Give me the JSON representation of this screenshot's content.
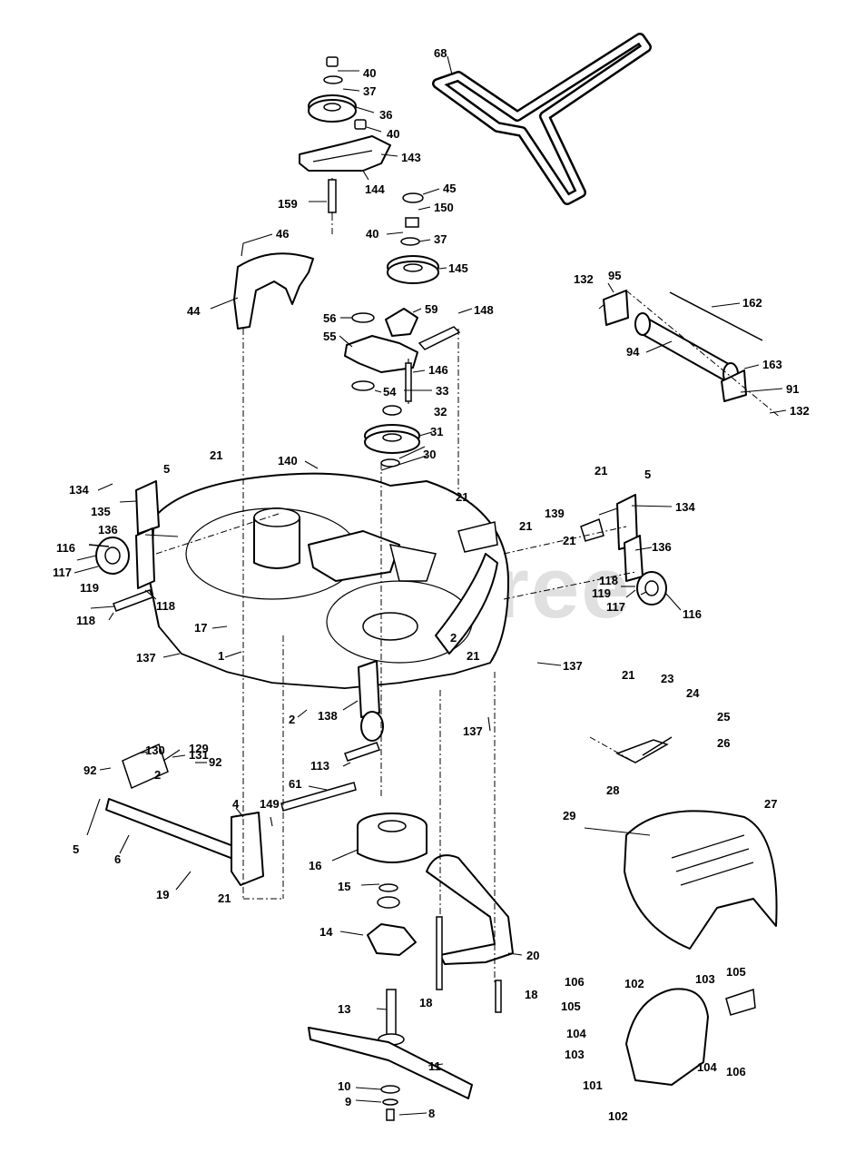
{
  "watermark": "PartsTree",
  "part_labels": [
    {
      "id": "lbl-40a",
      "text": "40"
    },
    {
      "id": "lbl-37a",
      "text": "37"
    },
    {
      "id": "lbl-36",
      "text": "36"
    },
    {
      "id": "lbl-40b",
      "text": "40"
    },
    {
      "id": "lbl-143",
      "text": "143"
    },
    {
      "id": "lbl-144",
      "text": "144"
    },
    {
      "id": "lbl-159",
      "text": "159"
    },
    {
      "id": "lbl-68",
      "text": "68"
    },
    {
      "id": "lbl-45",
      "text": "45"
    },
    {
      "id": "lbl-150",
      "text": "150"
    },
    {
      "id": "lbl-40c",
      "text": "40"
    },
    {
      "id": "lbl-37b",
      "text": "37"
    },
    {
      "id": "lbl-46",
      "text": "46"
    },
    {
      "id": "lbl-145",
      "text": "145"
    },
    {
      "id": "lbl-44",
      "text": "44"
    },
    {
      "id": "lbl-132a",
      "text": "132"
    },
    {
      "id": "lbl-95",
      "text": "95"
    },
    {
      "id": "lbl-162",
      "text": "162"
    },
    {
      "id": "lbl-56",
      "text": "56"
    },
    {
      "id": "lbl-59",
      "text": "59"
    },
    {
      "id": "lbl-148",
      "text": "148"
    },
    {
      "id": "lbl-55",
      "text": "55"
    },
    {
      "id": "lbl-94",
      "text": "94"
    },
    {
      "id": "lbl-146",
      "text": "146"
    },
    {
      "id": "lbl-163",
      "text": "163"
    },
    {
      "id": "lbl-54",
      "text": "54"
    },
    {
      "id": "lbl-33",
      "text": "33"
    },
    {
      "id": "lbl-91",
      "text": "91"
    },
    {
      "id": "lbl-132b",
      "text": "132"
    },
    {
      "id": "lbl-32",
      "text": "32"
    },
    {
      "id": "lbl-31",
      "text": "31"
    },
    {
      "id": "lbl-30",
      "text": "30"
    },
    {
      "id": "lbl-140",
      "text": "140"
    },
    {
      "id": "lbl-21a",
      "text": "21"
    },
    {
      "id": "lbl-5a",
      "text": "5"
    },
    {
      "id": "lbl-134a",
      "text": "134"
    },
    {
      "id": "lbl-21b",
      "text": "21"
    },
    {
      "id": "lbl-5b",
      "text": "5"
    },
    {
      "id": "lbl-21c",
      "text": "21"
    },
    {
      "id": "lbl-135",
      "text": "135"
    },
    {
      "id": "lbl-139",
      "text": "139"
    },
    {
      "id": "lbl-134b",
      "text": "134"
    },
    {
      "id": "lbl-136a",
      "text": "136"
    },
    {
      "id": "lbl-21d",
      "text": "21"
    },
    {
      "id": "lbl-21e",
      "text": "21"
    },
    {
      "id": "lbl-116a",
      "text": "116"
    },
    {
      "id": "lbl-136b",
      "text": "136"
    },
    {
      "id": "lbl-117a",
      "text": "117"
    },
    {
      "id": "lbl-119a",
      "text": "119"
    },
    {
      "id": "lbl-118a",
      "text": "118"
    },
    {
      "id": "lbl-118b",
      "text": "118"
    },
    {
      "id": "lbl-119b",
      "text": "119"
    },
    {
      "id": "lbl-118c",
      "text": "118"
    },
    {
      "id": "lbl-117b",
      "text": "117"
    },
    {
      "id": "lbl-116b",
      "text": "116"
    },
    {
      "id": "lbl-17",
      "text": "17"
    },
    {
      "id": "lbl-2a",
      "text": "2"
    },
    {
      "id": "lbl-21f",
      "text": "21"
    },
    {
      "id": "lbl-137a",
      "text": "137"
    },
    {
      "id": "lbl-1",
      "text": "1"
    },
    {
      "id": "lbl-137b",
      "text": "137"
    },
    {
      "id": "lbl-21g",
      "text": "21"
    },
    {
      "id": "lbl-23",
      "text": "23"
    },
    {
      "id": "lbl-24",
      "text": "24"
    },
    {
      "id": "lbl-2b",
      "text": "2"
    },
    {
      "id": "lbl-138",
      "text": "138"
    },
    {
      "id": "lbl-137c",
      "text": "137"
    },
    {
      "id": "lbl-25",
      "text": "25"
    },
    {
      "id": "lbl-130",
      "text": "130"
    },
    {
      "id": "lbl-131",
      "text": "131"
    },
    {
      "id": "lbl-129",
      "text": "129"
    },
    {
      "id": "lbl-92a",
      "text": "92"
    },
    {
      "id": "lbl-2c",
      "text": "2"
    },
    {
      "id": "lbl-92b",
      "text": "92"
    },
    {
      "id": "lbl-113",
      "text": "113"
    },
    {
      "id": "lbl-26",
      "text": "26"
    },
    {
      "id": "lbl-61",
      "text": "61"
    },
    {
      "id": "lbl-28",
      "text": "28"
    },
    {
      "id": "lbl-27",
      "text": "27"
    },
    {
      "id": "lbl-4",
      "text": "4"
    },
    {
      "id": "lbl-149",
      "text": "149"
    },
    {
      "id": "lbl-29",
      "text": "29"
    },
    {
      "id": "lbl-5c",
      "text": "5"
    },
    {
      "id": "lbl-6",
      "text": "6"
    },
    {
      "id": "lbl-16",
      "text": "16"
    },
    {
      "id": "lbl-19",
      "text": "19"
    },
    {
      "id": "lbl-21h",
      "text": "21"
    },
    {
      "id": "lbl-15",
      "text": "15"
    },
    {
      "id": "lbl-14",
      "text": "14"
    },
    {
      "id": "lbl-20",
      "text": "20"
    },
    {
      "id": "lbl-106a",
      "text": "106"
    },
    {
      "id": "lbl-102a",
      "text": "102"
    },
    {
      "id": "lbl-103a",
      "text": "103"
    },
    {
      "id": "lbl-105a",
      "text": "105"
    },
    {
      "id": "lbl-105b",
      "text": "105"
    },
    {
      "id": "lbl-18a",
      "text": "18"
    },
    {
      "id": "lbl-13",
      "text": "13"
    },
    {
      "id": "lbl-18b",
      "text": "18"
    },
    {
      "id": "lbl-104a",
      "text": "104"
    },
    {
      "id": "lbl-103b",
      "text": "103"
    },
    {
      "id": "lbl-104b",
      "text": "104"
    },
    {
      "id": "lbl-106b",
      "text": "106"
    },
    {
      "id": "lbl-11",
      "text": "11"
    },
    {
      "id": "lbl-101",
      "text": "101"
    },
    {
      "id": "lbl-10",
      "text": "10"
    },
    {
      "id": "lbl-9",
      "text": "9"
    },
    {
      "id": "lbl-8",
      "text": "8"
    },
    {
      "id": "lbl-102b",
      "text": "102"
    }
  ]
}
